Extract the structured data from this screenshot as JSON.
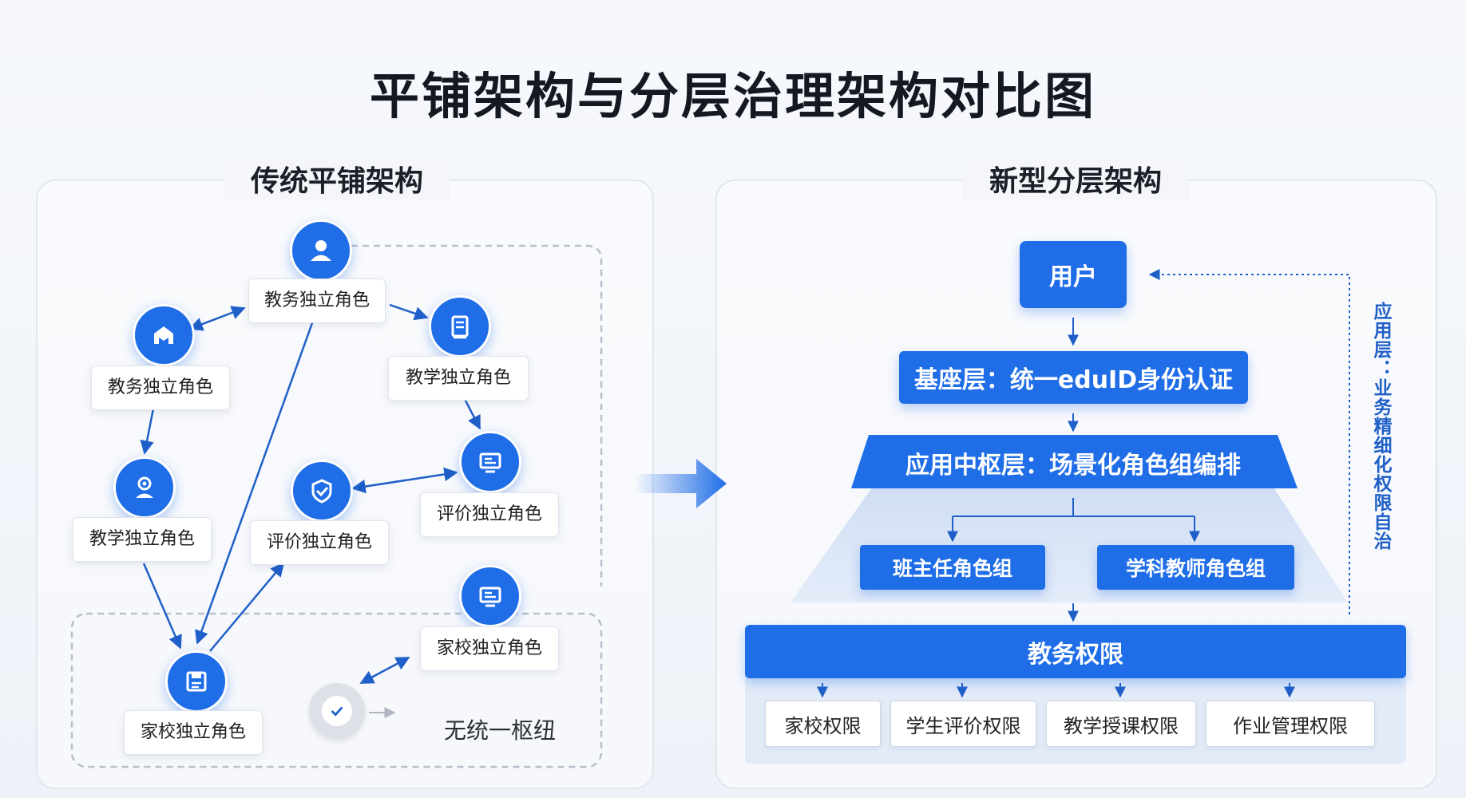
{
  "title": "平铺架构与分层治理架构对比图",
  "left_panel": {
    "title": "传统平铺架构",
    "nodes": [
      {
        "label": "教务独立角色",
        "icon": "user-icon"
      },
      {
        "label": "教务独立角色",
        "icon": "school-icon"
      },
      {
        "label": "教学独立角色",
        "icon": "document-icon"
      },
      {
        "label": "教学独立角色",
        "icon": "location-user-icon"
      },
      {
        "label": "评价独立角色",
        "icon": "monitor-icon"
      },
      {
        "label": "评价独立角色",
        "icon": "shield-check-icon"
      },
      {
        "label": "家校独立角色",
        "icon": "monitor-icon"
      },
      {
        "label": "家校独立角色",
        "icon": "save-icon"
      }
    ],
    "no_hub_text": "无统一枢纽"
  },
  "right_panel": {
    "title": "新型分层架构",
    "user": "用户",
    "base_layer": "基座层：统一eduID身份认证",
    "app_layer": "应用中枢层：场景化角色组编排",
    "groups": [
      "班主任角色组",
      "学科教师角色组"
    ],
    "academic_permission": "教务权限",
    "permissions": [
      "家校权限",
      "学生评价权限",
      "教学授课权限",
      "作业管理权限"
    ],
    "side_label": "应用层：业务精细化权限自治"
  },
  "colors": {
    "accent": "#1f6ee8",
    "dashed": "#b8c0cc"
  }
}
